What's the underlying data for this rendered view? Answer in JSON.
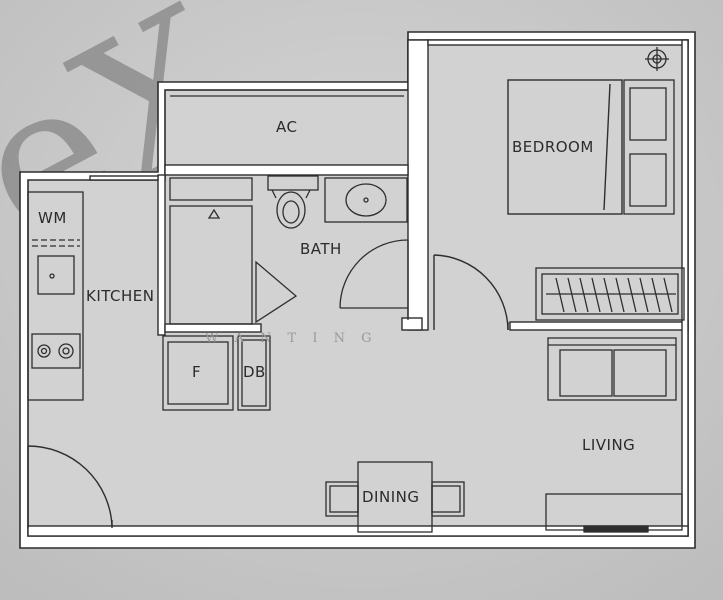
{
  "watermark": {
    "logo_text": "eX",
    "overlay_text": "W A N T I N G"
  },
  "rooms": {
    "ac": "AC",
    "bedroom": "BEDROOM",
    "wm": "WM",
    "kitchen": "KITCHEN",
    "bath": "BATH",
    "fridge": "F",
    "db": "DB",
    "living": "LIVING",
    "dining": "DINING"
  },
  "colors": {
    "background": "#cfcfcf",
    "wall": "#ffffff",
    "line": "#2e2e2e",
    "watermark": "#7a7a7a"
  }
}
